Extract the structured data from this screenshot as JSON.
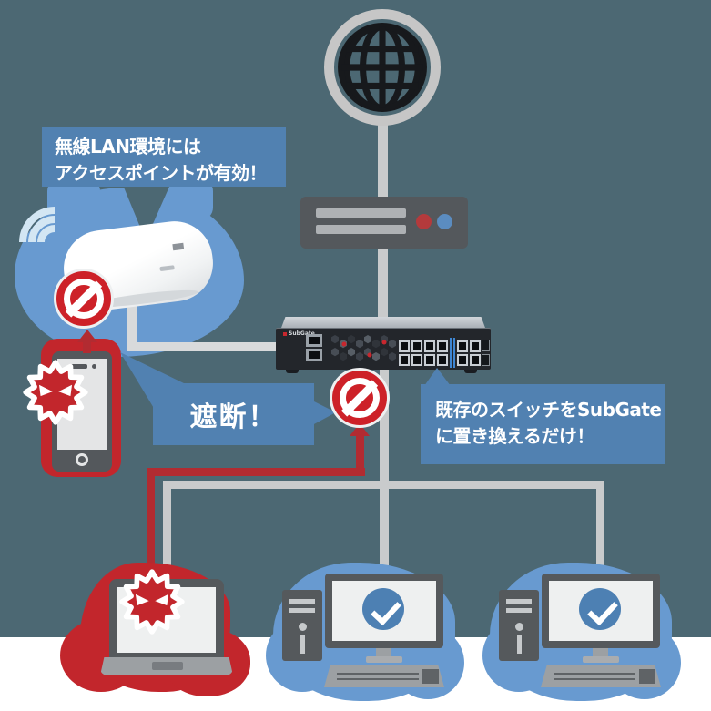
{
  "colors": {
    "background": "#4c6873",
    "bubble_blue": "#5181b1",
    "blob_blue": "#689ad0",
    "danger_red": "#c2262c",
    "prohibition_red": "#cd2128",
    "cable_gray": "#c9cbcc",
    "cable_red": "#b22b31",
    "check_blue": "#4d80b3"
  },
  "callouts": {
    "ap_note_line1": "無線LAN環境には",
    "ap_note_line2": "アクセスポイントが有効！",
    "block_label": "遮断！",
    "replace_line1": "既存のスイッチをSubGate",
    "replace_line2": "に置き換えるだけ！"
  },
  "devices": {
    "switch_brand": "SubGate"
  }
}
